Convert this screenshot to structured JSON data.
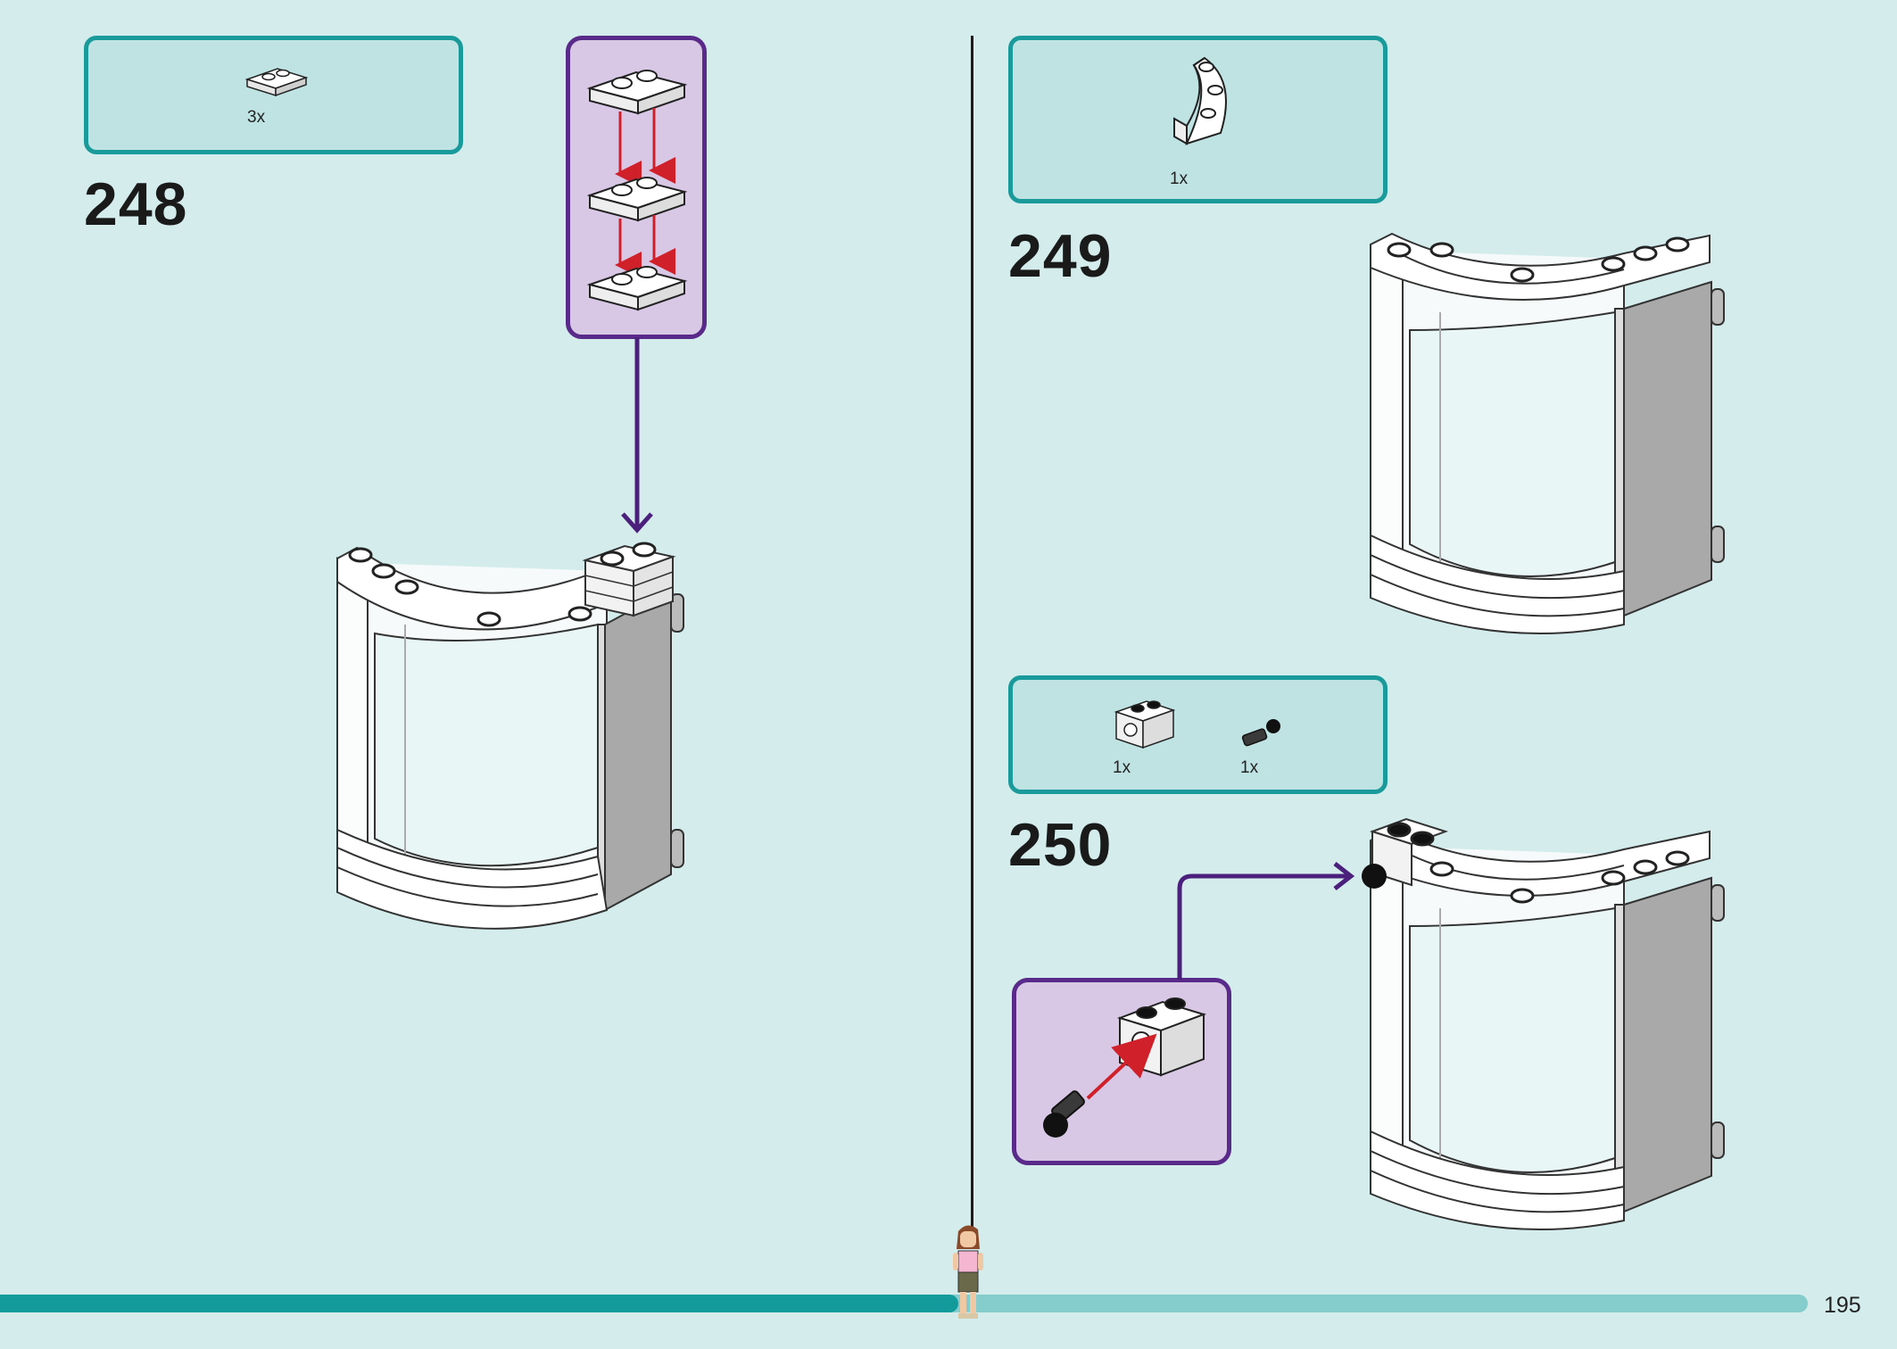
{
  "steps": [
    {
      "number": "248",
      "parts": [
        {
          "quantity": "3x",
          "part": "plate-1x2-white"
        }
      ]
    },
    {
      "number": "249",
      "parts": [
        {
          "quantity": "1x",
          "part": "curved-plate-white"
        }
      ]
    },
    {
      "number": "250",
      "parts": [
        {
          "quantity": "1x",
          "part": "technic-brick-1x2-white"
        },
        {
          "quantity": "1x",
          "part": "pin-with-ball-black"
        }
      ]
    }
  ],
  "page": {
    "number": "195",
    "progress_fraction": 0.53
  },
  "colors": {
    "background": "#d5ecec",
    "parts_box_fill": "#bfe2e2",
    "parts_box_border": "#1a9a9a",
    "subassembly_fill": "#d8c8e6",
    "subassembly_border": "#5a2a8a",
    "arrow_red": "#d0202a",
    "progress": "#139a9a"
  },
  "icons": [
    "plate-icon",
    "curved-plate-icon",
    "technic-brick-icon",
    "ball-pin-icon",
    "minifigure-icon"
  ]
}
